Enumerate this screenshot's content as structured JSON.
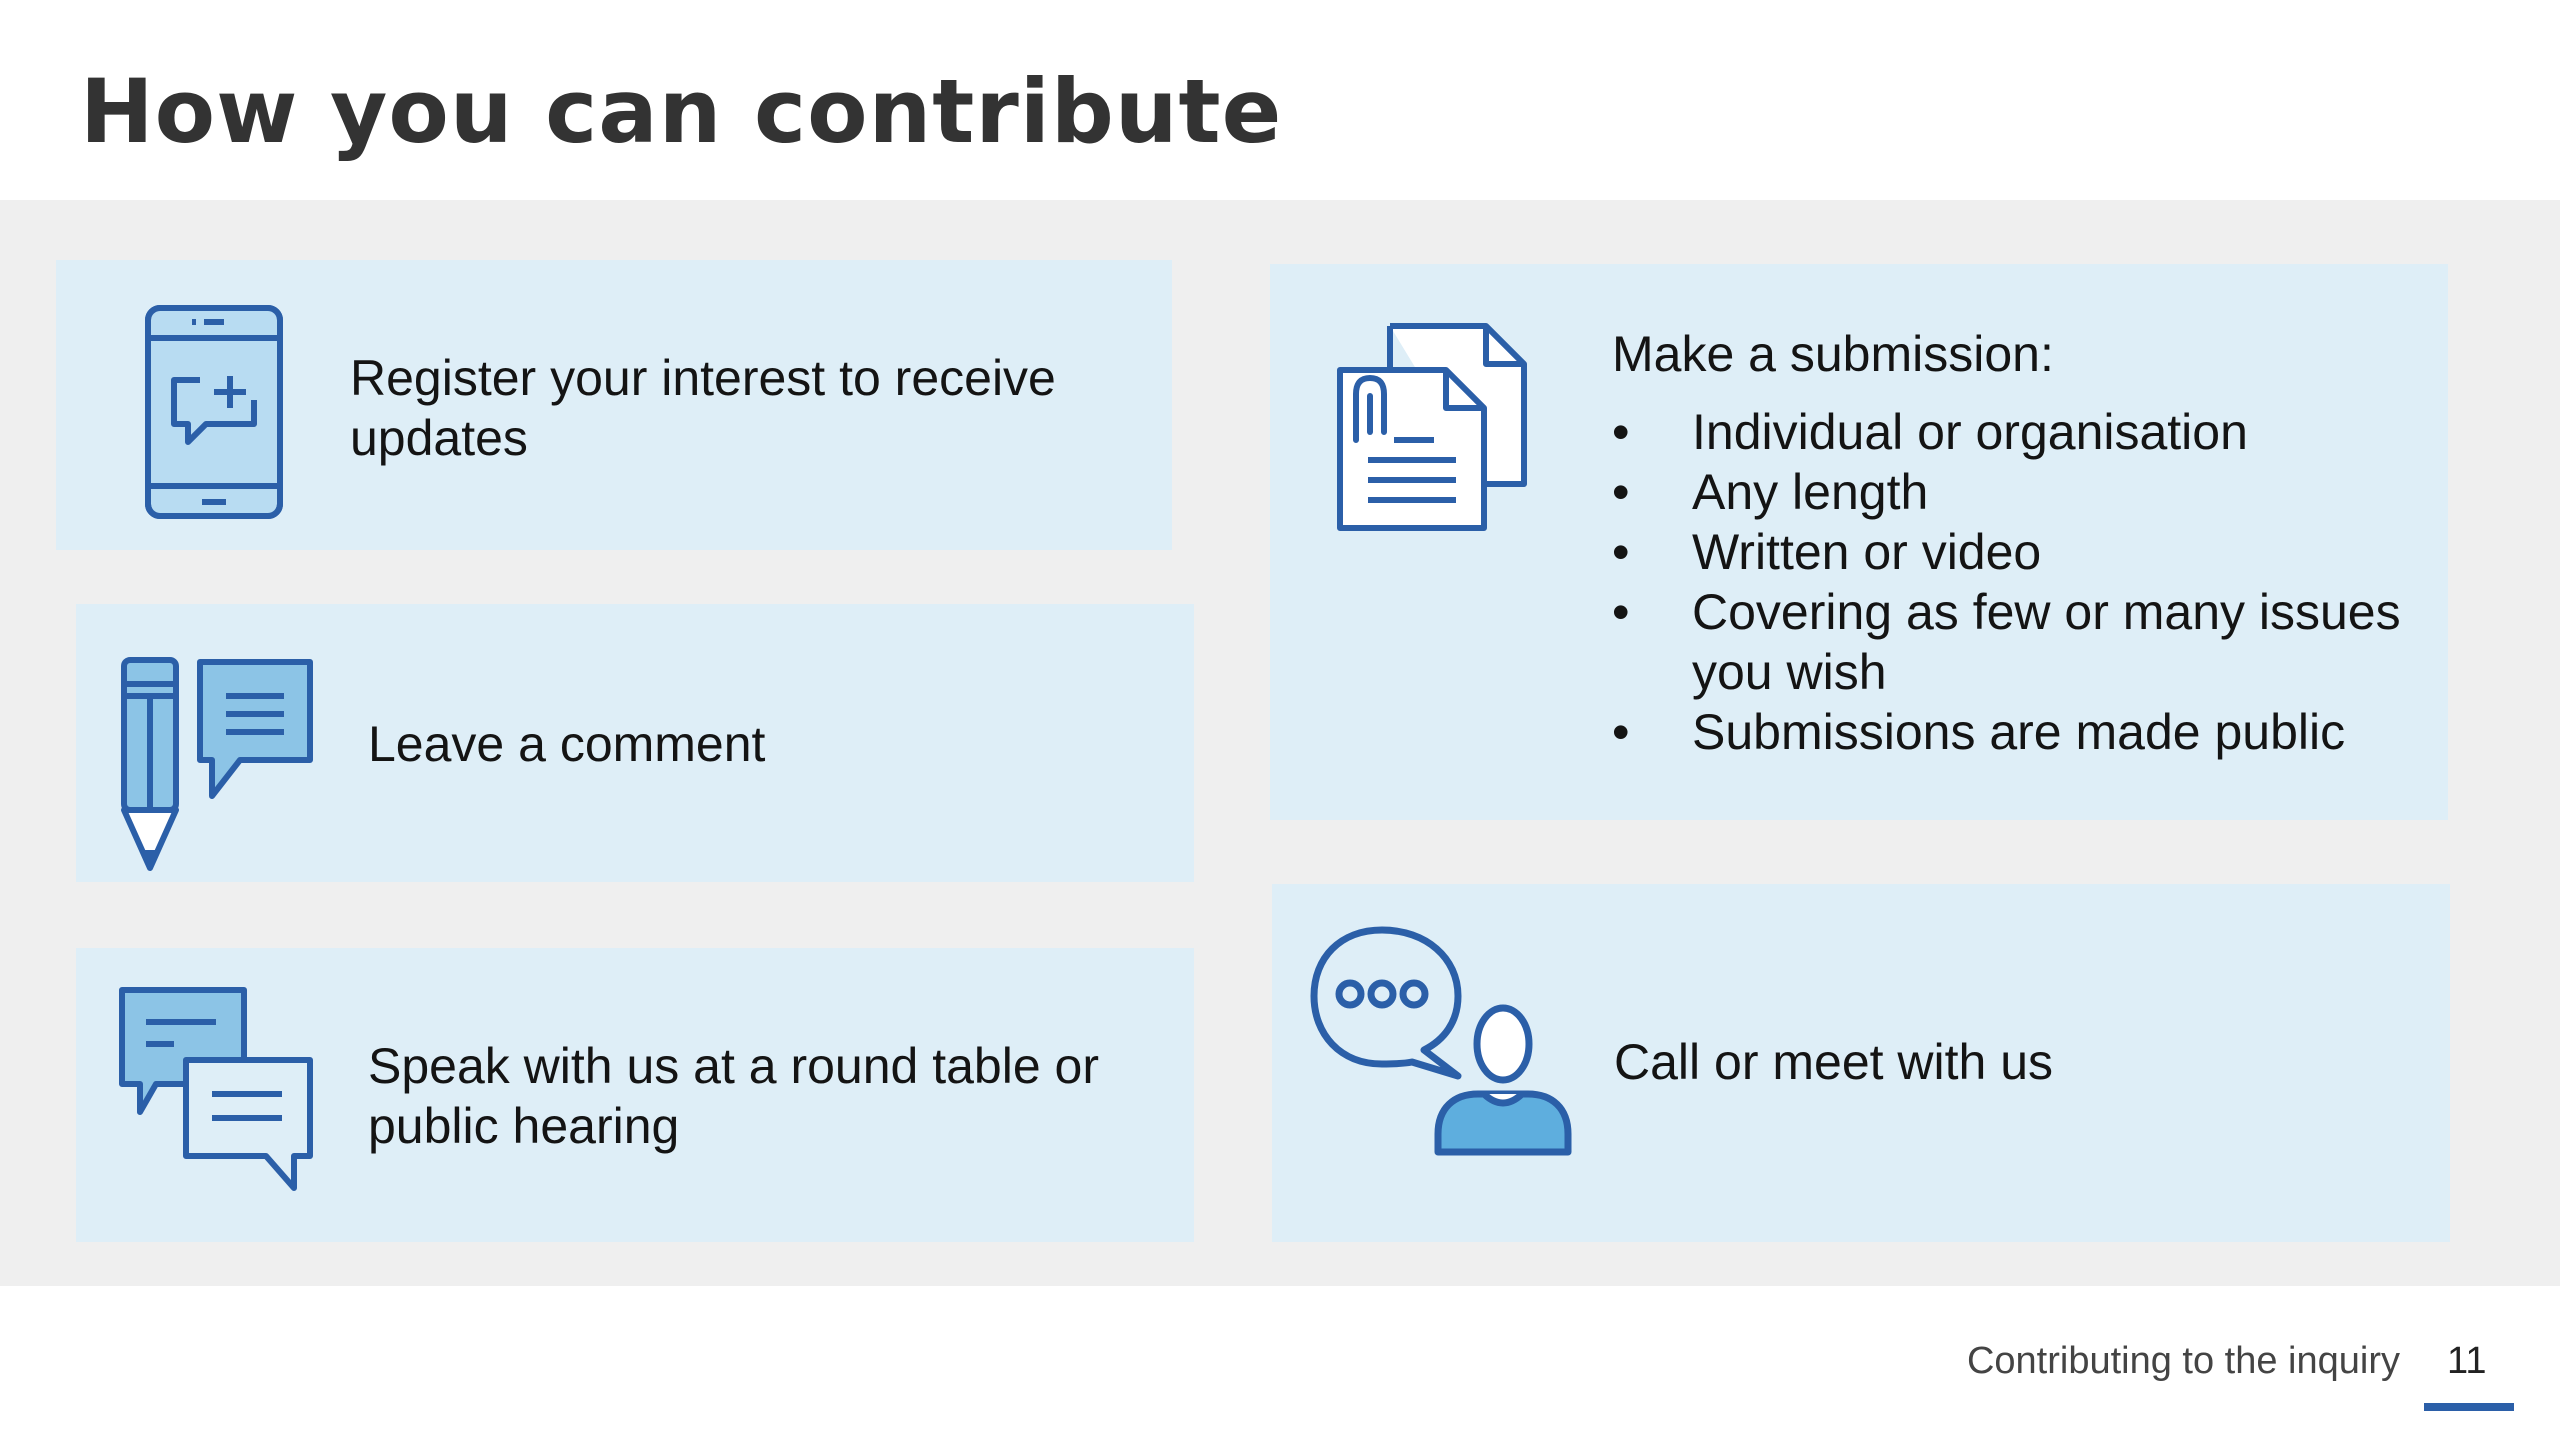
{
  "page": {
    "title": "How you can contribute"
  },
  "cards": {
    "register": {
      "text": "Register your interest to receive updates",
      "icon": "tablet-chat-plus-icon"
    },
    "comment": {
      "text": "Leave a comment",
      "icon": "pencil-speech-bubble-icon"
    },
    "speak": {
      "text": "Speak with us at a round table or public hearing",
      "icon": "two-speech-bubbles-icon"
    },
    "submission": {
      "heading": "Make a submission:",
      "icon": "documents-paperclip-icon",
      "items": [
        "Individual or organisation",
        "Any length",
        "Written or video",
        "Covering as few or many issues you wish",
        "Submissions are made public"
      ]
    },
    "call": {
      "text": "Call or meet with us",
      "icon": "person-speech-bubble-icon"
    }
  },
  "footer": {
    "section_title": "Contributing to the inquiry",
    "page_number": "11"
  },
  "colors": {
    "card_background": "#deeef7",
    "band_background": "#efefef",
    "icon_stroke": "#2b5fa8",
    "icon_fill": "#8cc4e6",
    "accent": "#2b5fa8"
  }
}
